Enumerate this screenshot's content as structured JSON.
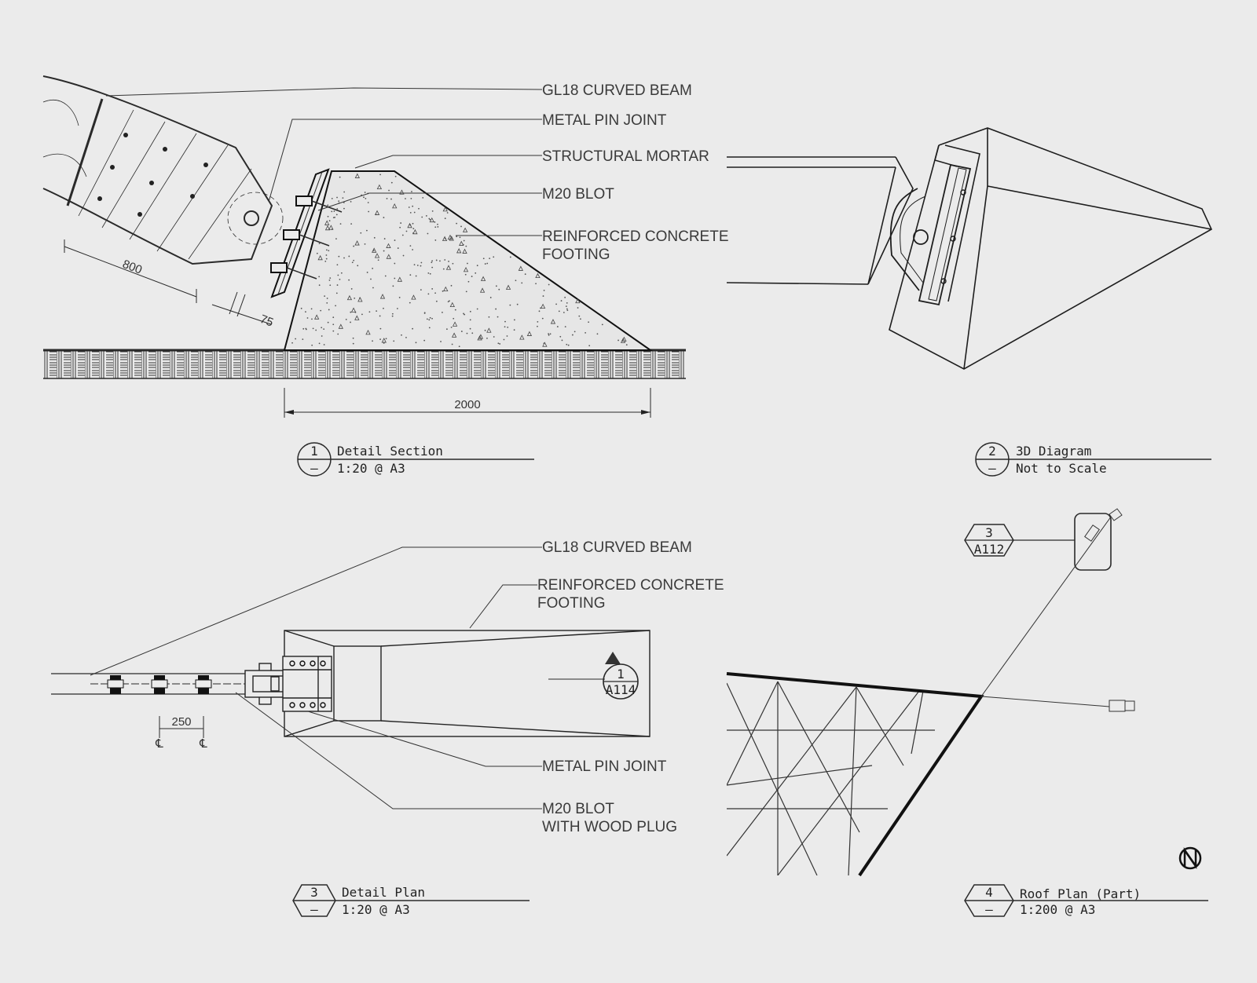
{
  "detail_section": {
    "labels": {
      "beam": "GL18 CURVED BEAM",
      "pin": "METAL PIN JOINT",
      "mortar": "STRUCTURAL MORTAR",
      "bolt": "M20 BLOT",
      "footing_1": "REINFORCED CONCRETE",
      "footing_2": "FOOTING"
    },
    "dims": {
      "d800": "800",
      "d75": "75",
      "d2000": "2000"
    },
    "title_block": {
      "number": "1",
      "sheet": "–",
      "title": "Detail Section",
      "scale": "1:20 @ A3"
    }
  },
  "diagram_3d": {
    "title_block": {
      "number": "2",
      "sheet": "–",
      "title": "3D Diagram",
      "scale": "Not to Scale"
    }
  },
  "detail_plan": {
    "labels": {
      "beam": "GL18 CURVED BEAM",
      "footing_1": "REINFORCED CONCRETE",
      "footing_2": "FOOTING",
      "pin": "METAL PIN JOINT",
      "bolt_1": "M20 BLOT",
      "bolt_2": "WITH WOOD PLUG"
    },
    "dims": {
      "d250": "250",
      "cl": "℄"
    },
    "section_marker": {
      "number": "1",
      "sheet": "A114"
    },
    "title_block": {
      "number": "3",
      "sheet": "–",
      "title": "Detail Plan",
      "scale": "1:20 @ A3"
    }
  },
  "roof_plan": {
    "callout": {
      "number": "3",
      "sheet": "A112"
    },
    "title_block": {
      "number": "4",
      "sheet": "–",
      "title": "Roof Plan (Part)",
      "scale": "1:200 @ A3"
    }
  }
}
